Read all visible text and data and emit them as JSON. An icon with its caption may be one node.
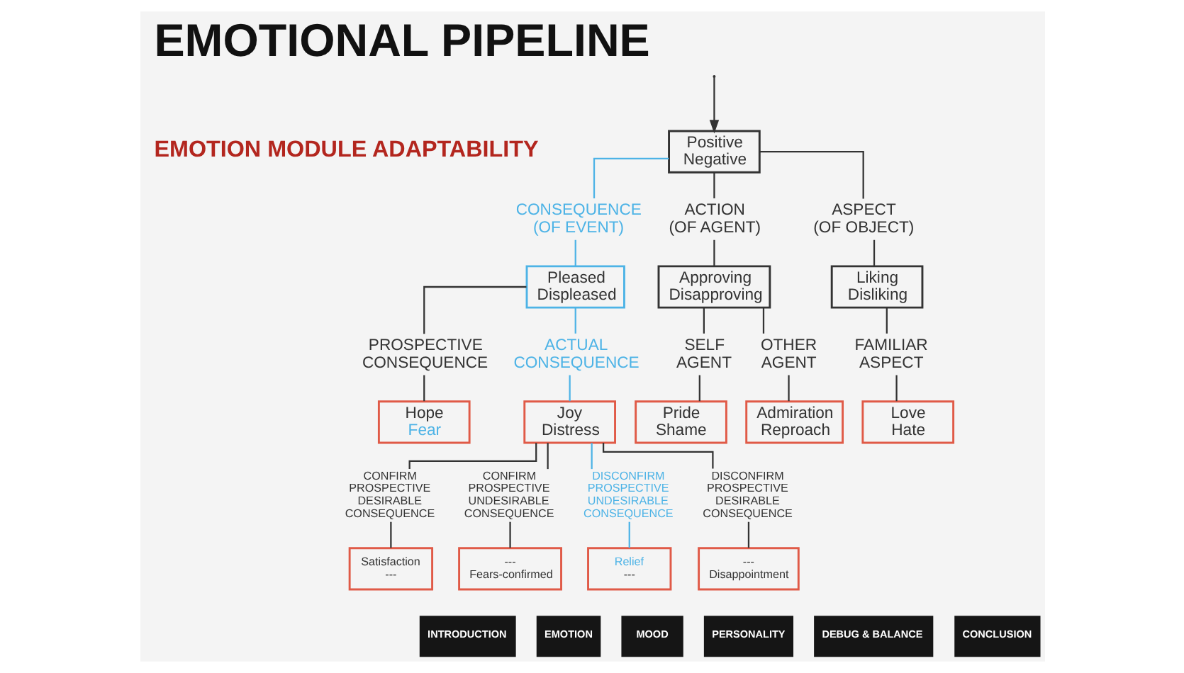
{
  "diagram": {
    "title": "EMOTIONAL PIPELINE",
    "nodes": [
      {
        "text": [
          "Positive",
          "Negative"
        ]
      },
      {
        "text": [
          "CONSEQUENCE (OF EVENT)"
        ]
      },
      {
        "text": [
          "ACTION (OF AGENT)"
        ]
      },
      {
        "text": [
          "ASPECT (OF OBJECT)"
        ]
      },
      {
        "text": [
          "Pleased",
          "Displeased"
        ]
      },
      {
        "text": [
          "Approving",
          "Disapproving"
        ]
      },
      {
        "text": [
          "Liking",
          "Disliking"
        ]
      },
      {
        "text": [
          "PROSPECTIVE CONSEQUENCE"
        ]
      },
      {
        "text": [
          "ACTUAL CONSEQUENCE"
        ]
      },
      {
        "text": [
          "SELF AGENT"
        ]
      },
      {
        "text": [
          "OTHER AGENT"
        ]
      },
      {
        "text": [
          "FAMILIAR ASPECT"
        ]
      },
      {
        "text": [
          "Hope",
          "Fear"
        ]
      },
      {
        "text": [
          "Joy",
          "Distress"
        ]
      },
      {
        "text": [
          "Pride",
          "Shame"
        ]
      },
      {
        "text": [
          "Admiration",
          "Reproach"
        ]
      },
      {
        "text": [
          "Love",
          "Hate"
        ]
      },
      {
        "text": [
          "CONFIRM PROSPECTIVE DESIRABLE CONSEQUENCE"
        ]
      },
      {
        "text": [
          "CONFIRM PROSPECTIVE UNDESIRABLE CONSEQUENCE"
        ]
      },
      {
        "text": [
          "DISCONFIRM PROSPECTIVE UNDESIRABLE CONSEQUENCE"
        ]
      },
      {
        "text": [
          "DISCONFIRM PROSPECTIVE DESIRABLE CONSEQUENCE"
        ]
      },
      {
        "text": [
          "Satisfaction",
          "---"
        ]
      },
      {
        "text": [
          "---",
          "Fears-confirmed"
        ]
      },
      {
        "text": [
          "Relief",
          "---"
        ]
      },
      {
        "text": [
          "---",
          "Disappointment"
        ]
      }
    ],
    "edges": [
      {
        "from": null,
        "to": 0,
        "arrow": "to"
      },
      {
        "from": 0,
        "to": 1,
        "arrow": "none",
        "color": "#4db3e6"
      },
      {
        "from": 0,
        "to": 2,
        "arrow": "none"
      },
      {
        "from": 0,
        "to": 3,
        "arrow": "none"
      },
      {
        "from": 1,
        "to": 4,
        "arrow": "none",
        "color": "#4db3e6"
      },
      {
        "from": 2,
        "to": 5,
        "arrow": "none"
      },
      {
        "from": 3,
        "to": 6,
        "arrow": "none"
      },
      {
        "from": 4,
        "to": 7,
        "arrow": "none"
      },
      {
        "from": 4,
        "to": 8,
        "arrow": "none",
        "color": "#4db3e6"
      },
      {
        "from": 5,
        "to": 9,
        "arrow": "none"
      },
      {
        "from": 5,
        "to": 10,
        "arrow": "none"
      },
      {
        "from": 6,
        "to": 11,
        "arrow": "none"
      },
      {
        "from": 7,
        "to": 12,
        "arrow": "none"
      },
      {
        "from": 8,
        "to": 13,
        "arrow": "none",
        "color": "#4db3e6"
      },
      {
        "from": 9,
        "to": 14,
        "arrow": "none"
      },
      {
        "from": 10,
        "to": 15,
        "arrow": "none"
      },
      {
        "from": 11,
        "to": 16,
        "arrow": "none"
      },
      {
        "from": 13,
        "to": 17,
        "arrow": "none"
      },
      {
        "from": 13,
        "to": 18,
        "arrow": "none"
      },
      {
        "from": 13,
        "to": 19,
        "arrow": "none",
        "color": "#4db3e6"
      },
      {
        "from": 13,
        "to": 20,
        "arrow": "none"
      },
      {
        "from": 17,
        "to": 21,
        "arrow": "none"
      },
      {
        "from": 18,
        "to": 22,
        "arrow": "none"
      },
      {
        "from": 19,
        "to": 23,
        "arrow": "none",
        "color": "#4db3e6"
      },
      {
        "from": 20,
        "to": 24,
        "arrow": "none"
      }
    ],
    "labels": [
      "EMOTION MODULE ADAPTABILITY",
      "INTRODUCTION",
      "EMOTION",
      "MOOD",
      "PERSONALITY",
      "DEBUG & BALANCE",
      "CONCLUSION"
    ]
  }
}
